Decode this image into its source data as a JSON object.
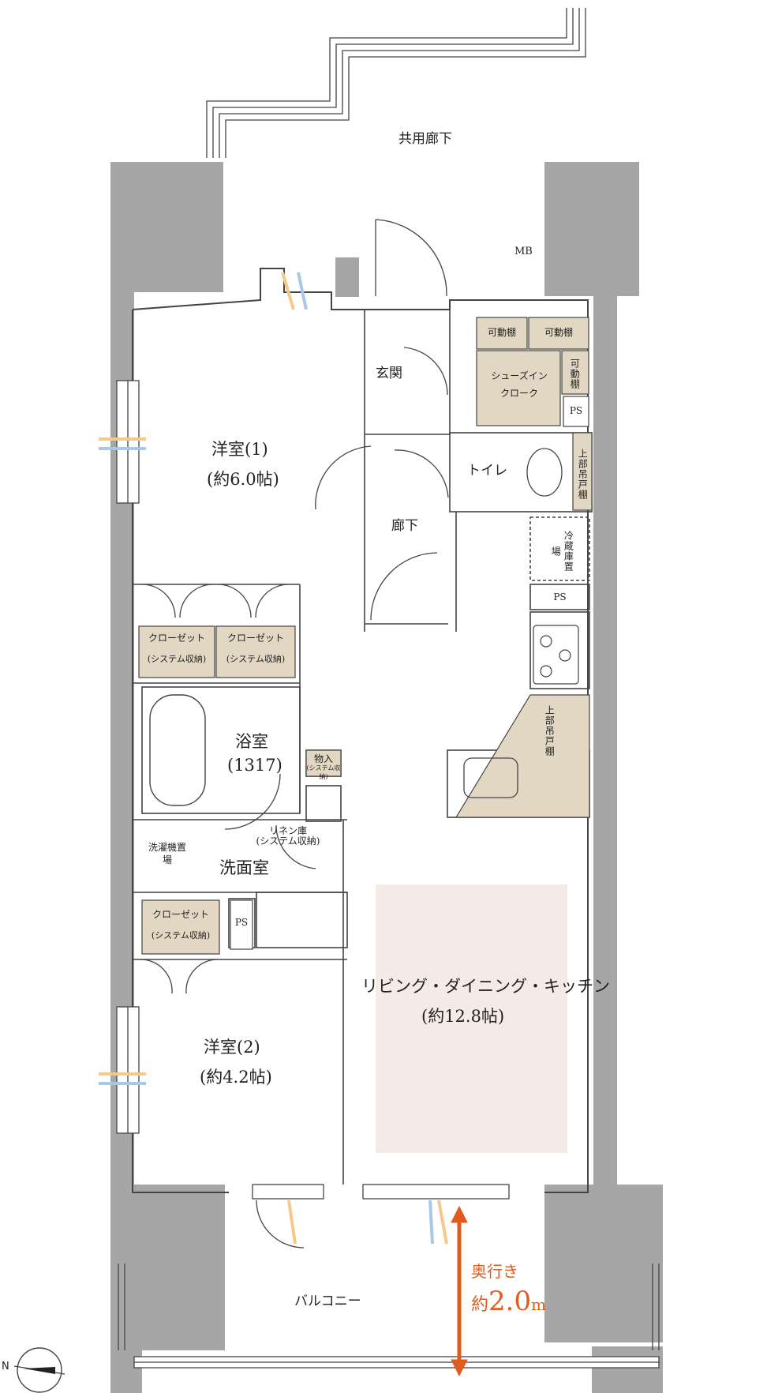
{
  "rooms": {
    "common_corridor": "共用廊下",
    "mb": "MB",
    "entrance": "玄関",
    "shoes_in_closet": [
      "シューズイン",
      "クローク"
    ],
    "shelf_left": "可動棚",
    "shelf_right": "可動棚",
    "shelf_side": "可動棚",
    "ps_entrance": "PS",
    "toilet": "トイレ",
    "toilet_cabinet": "上部吊戸棚",
    "hallway": "廊下",
    "fridge": "冷蔵庫置場",
    "ps_kitchen": "PS",
    "kitchen_cabinet": "上部吊戸棚",
    "western1_name": "洋室(1)",
    "western1_size": "(約6.0帖)",
    "closet_a": [
      "クローゼット",
      "(システム収納)"
    ],
    "closet_b": [
      "クローゼット",
      "(システム収納)"
    ],
    "bath_name": "浴室",
    "bath_size": "(1317)",
    "storage": [
      "物入",
      "(システム収納)"
    ],
    "linen": [
      "リネン庫",
      "(システム収納)"
    ],
    "washer": "洗濯機置場",
    "washroom": "洗面室",
    "closet_c": [
      "クローゼット",
      "(システム収納)"
    ],
    "ps_wash": "PS",
    "ldk_name": "リビング・ダイニング・キッチン",
    "ldk_size": "(約12.8帖)",
    "western2_name": "洋室(2)",
    "western2_size": "(約4.2帖)",
    "balcony": "バルコニー"
  },
  "balcony_depth": {
    "label": "奥行き",
    "prefix": "約",
    "value": "2.0",
    "unit": "m"
  },
  "compass": "N",
  "colors": {
    "wall": "#a6a6a6",
    "storage": "#e1d7c2",
    "ldk_area": "#f4ebe6",
    "accent": "#e15b1e",
    "window_warm": "#f6c98b",
    "window_cool": "#a9c8e6"
  }
}
